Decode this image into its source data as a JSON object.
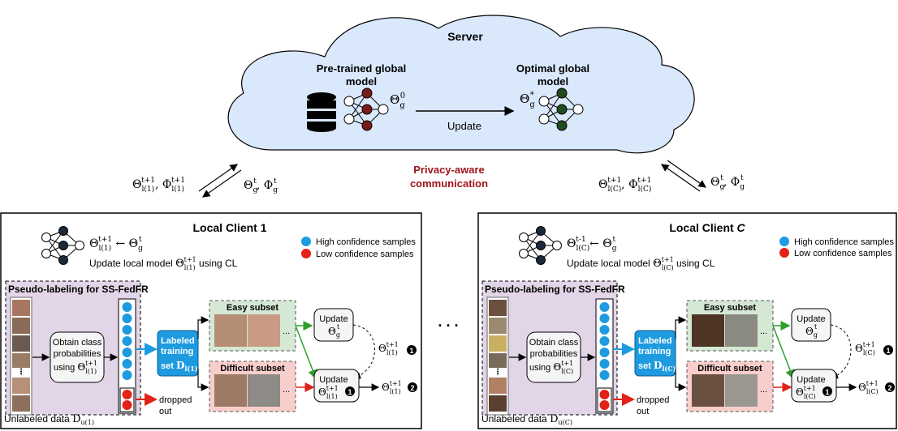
{
  "server": {
    "title": "Server",
    "pretrained_label_1": "Pre-trained global",
    "pretrained_label_2": "model",
    "theta_g0": "Θg⁰",
    "optimal_label_1": "Optimal global",
    "optimal_label_2": "model",
    "theta_g_star": "Θg*",
    "update_label": "Update"
  },
  "communication": {
    "label_1": "Privacy-aware",
    "label_2": "communication",
    "left_up": "Θl(1)t+1, Φl(1)t+1",
    "left_down": "Θgt, Φgt",
    "right_up": "Θl(C)t+1, Φl(C)t+1",
    "right_down": "Θgt, Φgt"
  },
  "legend": {
    "high": "High confidence samples",
    "low": "Low confidence samples",
    "high_color": "#1e9be0",
    "low_color": "#e32119"
  },
  "clients": [
    {
      "title": "Local Client 1",
      "assign": "Θl(1)t+1 ← Θgt",
      "update_text": "Update local model Θl(1)t+1 using CL",
      "pseudo_title": "Pseudo-labeling for SS-FedFR",
      "obtain_1": "Obtain class",
      "obtain_2": "probabilities",
      "obtain_3": "using Θl(1)t+1",
      "labeled_1": "Labeled",
      "labeled_2": "training",
      "labeled_3": "set Dl(1)",
      "easy": "Easy subset",
      "difficult": "Difficult subset",
      "dropped_1": "dropped",
      "dropped_2": "out",
      "unlabeled": "Unlabeled data Du(1)",
      "update_g_1": "Update",
      "update_g_2": "Θgt",
      "update_l_1": "Update",
      "update_l_2": "Θl(1)t+1",
      "out_1": "Θl(1)t+1",
      "out_2": "Θl(1)t+1",
      "marker_1": "1",
      "marker_2": "2",
      "ellipsis": "..."
    },
    {
      "title": "Local Client C",
      "assign": "Θl(C)t-1 ← Θgt",
      "update_text": "Update local model Θl(C)t+1 using CL",
      "pseudo_title": "Pseudo-labeling for SS-FedFR",
      "obtain_1": "Obtain class",
      "obtain_2": "probabilities",
      "obtain_3": "using Θl(C)t+1",
      "labeled_1": "Labeled",
      "labeled_2": "training",
      "labeled_3": "set Dl(C)",
      "easy": "Easy subset",
      "difficult": "Difficult subset",
      "dropped_1": "dropped",
      "dropped_2": "out",
      "unlabeled": "Unlabeled data Du(C)",
      "update_g_1": "Update",
      "update_g_2": "Θgt",
      "update_l_1": "Update",
      "update_l_2": "Θl(C)t+1",
      "out_1": "Θl(C)t+1",
      "out_2": "Θl(C)t+1",
      "marker_1": "1",
      "marker_2": "2",
      "ellipsis": "..."
    }
  ],
  "between_clients": ". . ."
}
